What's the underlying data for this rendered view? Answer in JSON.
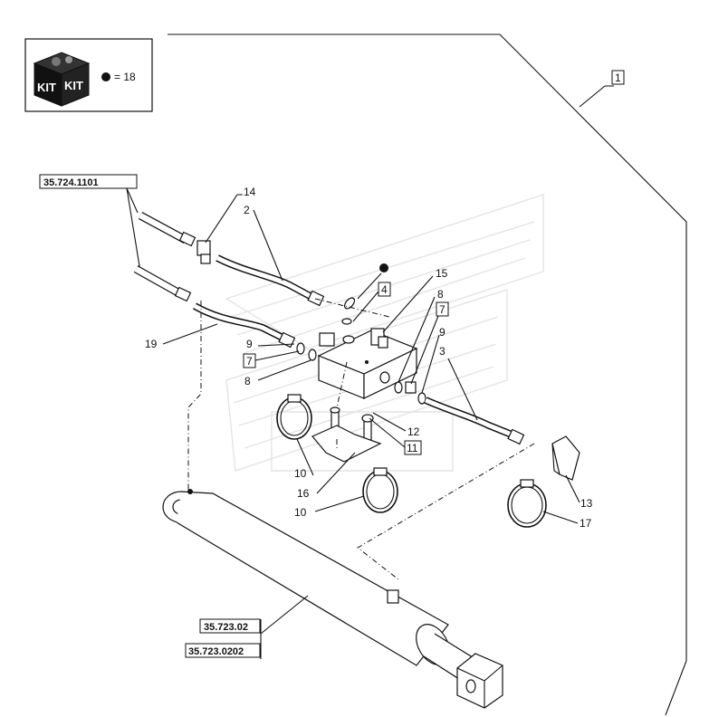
{
  "kit_box": {
    "icon_label_top": "KIT",
    "icon_label_bottom": "KIT",
    "legend_text": "= 18"
  },
  "references": {
    "hose_ref": "35.724.1101",
    "cylinder_ref_1": "35.723.02",
    "cylinder_ref_2": "35.723.0202"
  },
  "callouts": {
    "c1": "1",
    "c2": "2",
    "c3": "3",
    "c4": "4",
    "c7a": "7",
    "c7b": "7",
    "c8a": "8",
    "c8b": "8",
    "c9a": "9",
    "c9b": "9",
    "c10a": "10",
    "c10b": "10",
    "c11": "11",
    "c12": "12",
    "c13": "13",
    "c14": "14",
    "c15": "15",
    "c16": "16",
    "c17": "17",
    "c19": "19"
  }
}
